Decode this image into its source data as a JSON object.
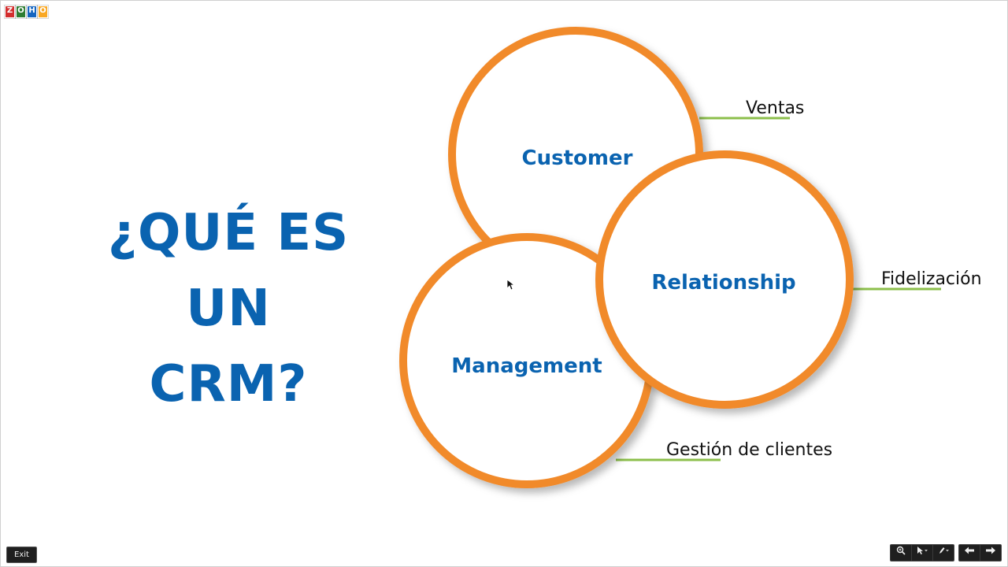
{
  "brand": {
    "logo_letters": [
      "Z",
      "O",
      "H",
      "O"
    ],
    "logo_colors": [
      "#d32f2f",
      "#2e7d32",
      "#1565c0",
      "#f9a825"
    ]
  },
  "slide": {
    "title_line1": "¿QUÉ ES UN",
    "title_line2": "CRM?",
    "circles": [
      {
        "word": "Customer",
        "tag": "Ventas"
      },
      {
        "word": "Relationship",
        "tag": "Fidelización"
      },
      {
        "word": "Management",
        "tag": "Gestión de clientes"
      }
    ]
  },
  "colors": {
    "accent_blue": "#0a63b0",
    "ring_orange": "#f18a2c",
    "connector_green": "#8cbf4b"
  },
  "controls": {
    "exit_label": "Exit",
    "zoom_icon": "zoom-icon",
    "pointer_icon": "pointer-icon",
    "pen_icon": "pen-icon",
    "prev_icon": "arrow-left-icon",
    "next_icon": "arrow-right-icon"
  }
}
